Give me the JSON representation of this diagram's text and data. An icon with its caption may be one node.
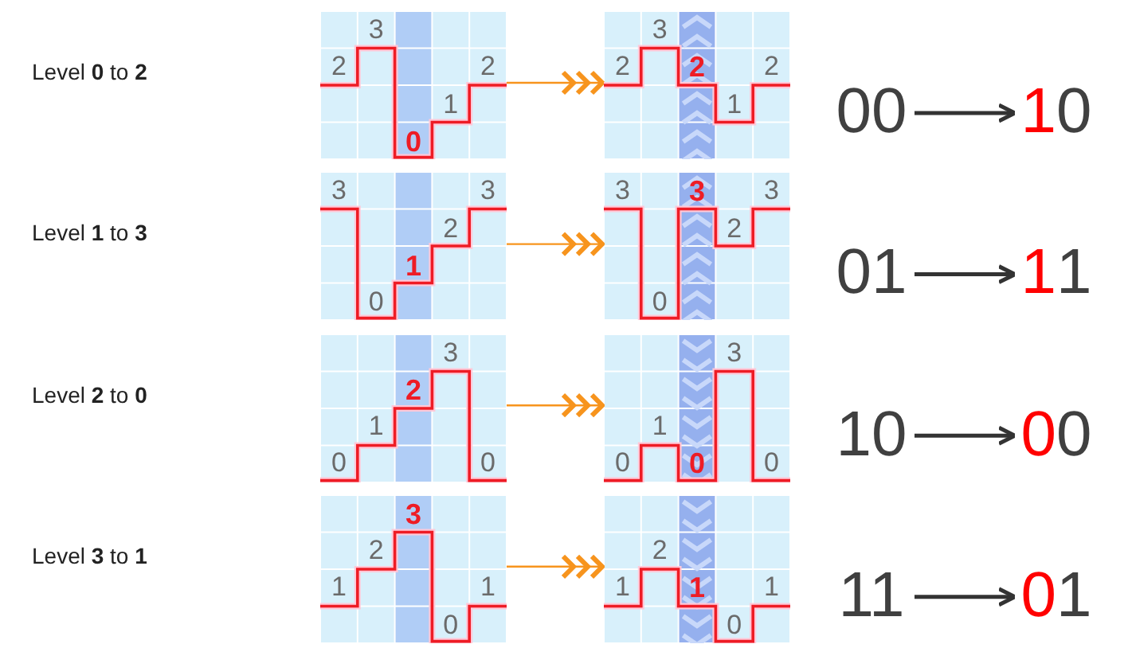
{
  "diagram": {
    "nodes": [
      {
        "text": [
          "2",
          "3",
          "0",
          "1",
          "2"
        ]
      },
      {
        "text": [
          "2",
          "3",
          "2",
          "1",
          "2"
        ]
      },
      {
        "text": [
          "00"
        ]
      },
      {
        "text": [
          "10"
        ]
      },
      {
        "text": [
          "3",
          "0",
          "1",
          "2",
          "3"
        ]
      },
      {
        "text": [
          "3",
          "0",
          "3",
          "2",
          "3"
        ]
      },
      {
        "text": [
          "01"
        ]
      },
      {
        "text": [
          "11"
        ]
      },
      {
        "text": [
          "0",
          "1",
          "2",
          "3",
          "0"
        ]
      },
      {
        "text": [
          "0",
          "1",
          "0",
          "3",
          "0"
        ]
      },
      {
        "text": [
          "10"
        ]
      },
      {
        "text": [
          "00"
        ]
      },
      {
        "text": [
          "1",
          "2",
          "3",
          "0",
          "1"
        ]
      },
      {
        "text": [
          "1",
          "2",
          "1",
          "0",
          "1"
        ]
      },
      {
        "text": [
          "11"
        ]
      },
      {
        "text": [
          "01"
        ]
      }
    ],
    "edges": [
      {
        "from": 0,
        "to": 1,
        "arrow": "to",
        "color": "#f7941d"
      },
      {
        "from": 2,
        "to": 3,
        "arrow": "to",
        "color": "#333333"
      },
      {
        "from": 4,
        "to": 5,
        "arrow": "to",
        "color": "#f7941d"
      },
      {
        "from": 6,
        "to": 7,
        "arrow": "to",
        "color": "#333333"
      },
      {
        "from": 8,
        "to": 9,
        "arrow": "to",
        "color": "#f7941d"
      },
      {
        "from": 10,
        "to": 11,
        "arrow": "to",
        "color": "#333333"
      },
      {
        "from": 12,
        "to": 13,
        "arrow": "to",
        "color": "#f7941d"
      },
      {
        "from": 14,
        "to": 15,
        "arrow": "to",
        "color": "#333333"
      }
    ],
    "labels": [
      "Level **0** to **2**",
      "Level **1** to **3**",
      "Level **2** to **0**",
      "Level **3** to **1**"
    ]
  }
}
